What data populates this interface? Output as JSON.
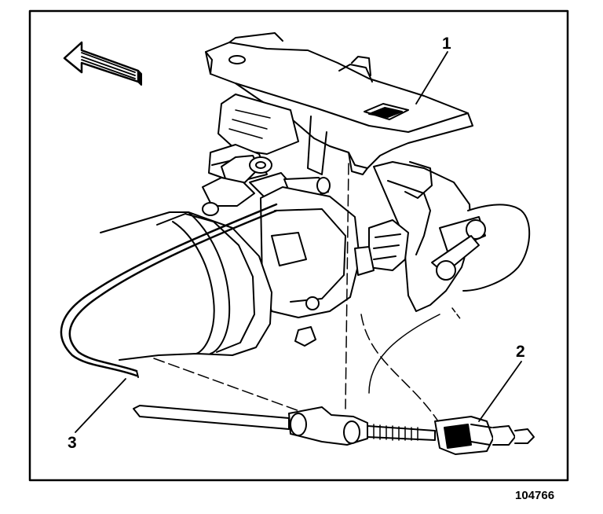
{
  "callouts": {
    "one": "1",
    "two": "2",
    "three": "3"
  },
  "figure_number": "104766",
  "colors": {
    "line": "#000000",
    "paper": "#ffffff",
    "shade": "#bdbdbd"
  },
  "icons": {
    "direction_arrow": "arrow-left-icon"
  }
}
